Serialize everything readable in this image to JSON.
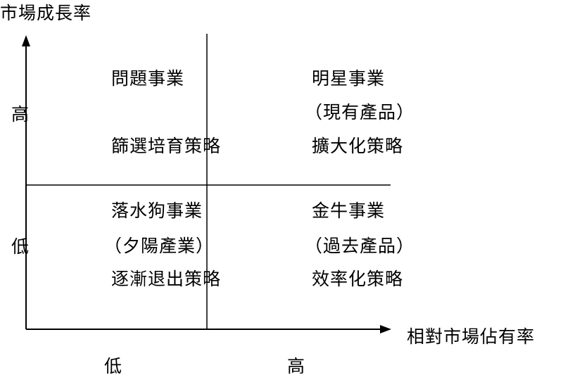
{
  "axes": {
    "y_title": "市場成長率",
    "x_title": "相對市場佔有率",
    "y_high": "高",
    "y_low": "低",
    "x_low": "低",
    "x_high": "高"
  },
  "quadrants": {
    "question": {
      "title": "問題事業",
      "strategy": "篩選培育策略"
    },
    "star": {
      "title": "明星事業",
      "note": "（現有產品）",
      "strategy": "擴大化策略"
    },
    "dog": {
      "title": "落水狗事業",
      "note": "（夕陽產業）",
      "strategy": "逐漸退出策略"
    },
    "cow": {
      "title": "金牛事業",
      "note": "（過去產品）",
      "strategy": "效率化策略"
    }
  }
}
